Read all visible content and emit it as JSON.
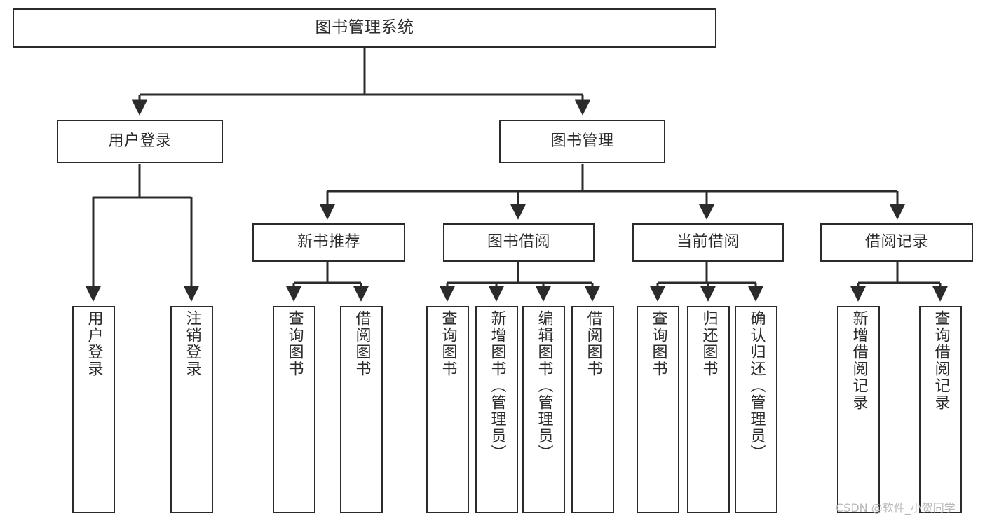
{
  "diagram": {
    "type": "hierarchy-tree",
    "title": "图书管理系统",
    "watermark": "CSDN @软件_小贺同学",
    "colors": {
      "box_border": "#2b2b2b",
      "box_fill": "#ffffff",
      "connector": "#2b2b2b",
      "text": "#2b2b2b",
      "watermark": "#b8b8b8",
      "background": "#ffffff"
    },
    "levels": [
      {
        "level": 1,
        "nodes": [
          {
            "id": "root",
            "label": "图书管理系统",
            "orientation": "horizontal"
          }
        ]
      },
      {
        "level": 2,
        "nodes": [
          {
            "id": "user-login",
            "label": "用户登录",
            "orientation": "horizontal",
            "parent": "root"
          },
          {
            "id": "book-manage",
            "label": "图书管理",
            "orientation": "horizontal",
            "parent": "root"
          }
        ]
      },
      {
        "level": 3,
        "nodes": [
          {
            "id": "new-book-rec",
            "label": "新书推荐",
            "orientation": "horizontal",
            "parent": "book-manage"
          },
          {
            "id": "book-borrow",
            "label": "图书借阅",
            "orientation": "horizontal",
            "parent": "book-manage"
          },
          {
            "id": "current-borrow",
            "label": "当前借阅",
            "orientation": "horizontal",
            "parent": "book-manage"
          },
          {
            "id": "borrow-record",
            "label": "借阅记录",
            "orientation": "horizontal",
            "parent": "book-manage"
          }
        ]
      },
      {
        "level": 4,
        "nodes": [
          {
            "id": "leaf-user-login",
            "label": "用户登录",
            "orientation": "vertical",
            "parent": "user-login"
          },
          {
            "id": "leaf-logout",
            "label": "注销登录",
            "orientation": "vertical",
            "parent": "user-login"
          },
          {
            "id": "leaf-query-book-1",
            "label": "查询图书",
            "orientation": "vertical",
            "parent": "new-book-rec"
          },
          {
            "id": "leaf-borrow-book-1",
            "label": "借阅图书",
            "orientation": "vertical",
            "parent": "new-book-rec"
          },
          {
            "id": "leaf-query-book-2",
            "label": "查询图书",
            "orientation": "vertical",
            "parent": "book-borrow"
          },
          {
            "id": "leaf-add-book",
            "label": "新增图书（管理员）",
            "orientation": "vertical",
            "parent": "book-borrow"
          },
          {
            "id": "leaf-edit-book",
            "label": "编辑图书（管理员）",
            "orientation": "vertical",
            "parent": "book-borrow"
          },
          {
            "id": "leaf-borrow-book-2",
            "label": "借阅图书",
            "orientation": "vertical",
            "parent": "book-borrow"
          },
          {
            "id": "leaf-query-book-3",
            "label": "查询图书",
            "orientation": "vertical",
            "parent": "current-borrow"
          },
          {
            "id": "leaf-return-book",
            "label": "归还图书",
            "orientation": "vertical",
            "parent": "current-borrow"
          },
          {
            "id": "leaf-confirm-return",
            "label": "确认归还（管理员）",
            "orientation": "vertical",
            "parent": "current-borrow"
          },
          {
            "id": "leaf-add-record",
            "label": "新增借阅记录",
            "orientation": "vertical",
            "parent": "borrow-record"
          },
          {
            "id": "leaf-query-record",
            "label": "查询借阅记录",
            "orientation": "vertical",
            "parent": "borrow-record"
          }
        ]
      }
    ]
  }
}
